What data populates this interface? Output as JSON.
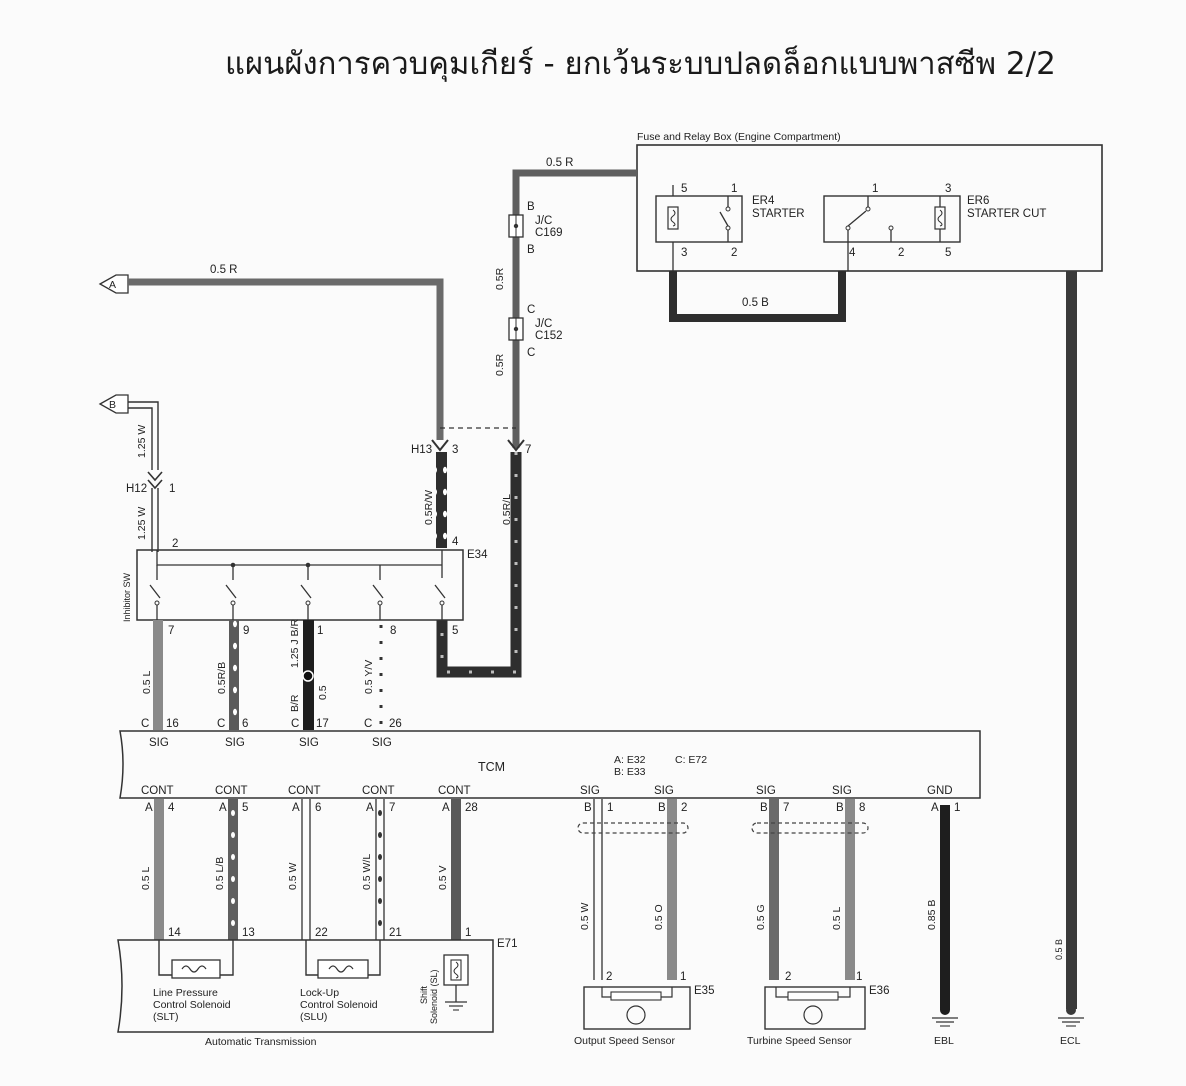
{
  "title": "แผนผังการควบคุมเกียร์ - ยกเว้นระบบปลดล็อกแบบพาสซีพ 2/2",
  "fuse_box": {
    "label": "Fuse and Relay Box (Engine Compartment)",
    "relay_starter": {
      "id": "ER4",
      "name": "STARTER",
      "pins": [
        "5",
        "1",
        "3",
        "2"
      ]
    },
    "relay_starter_cut": {
      "id": "ER6",
      "name": "STARTER CUT",
      "pins": [
        "1",
        "3",
        "4",
        "2",
        "5"
      ]
    },
    "wire_top": "0.5 R",
    "wire_bottom": "0.5 B"
  },
  "connectors": {
    "jc1_top": "B",
    "jc1_label": "J/C",
    "jc1_code": "C169",
    "jc1_bottom": "B",
    "jc2_top": "C",
    "jc2_label": "J/C",
    "jc2_code": "C152",
    "jc2_bottom": "C",
    "h13": "H13",
    "h13_pin3": "3",
    "h13_pin7": "7",
    "h12": "H12",
    "h12_pin": "1"
  },
  "refs": {
    "a": "A",
    "b": "B"
  },
  "wires": {
    "a_line": "0.5 R",
    "b_line": "1.25 W",
    "b_line2": "1.25 W",
    "jc_mid": "0.5R",
    "jc_low": "0.5R",
    "h13_3": "0.5R/W",
    "h13_7": "0.5R/L"
  },
  "inhibitor": {
    "label": "Inhibitor SW",
    "code": "E34",
    "pin_top_left": "2",
    "pin_top_right": "4",
    "pins": [
      "7",
      "9",
      "1",
      "8",
      "5"
    ],
    "wires": [
      "0.5 L",
      "0.5R/B",
      "1.25 J B/R",
      "0.5 Y/V"
    ],
    "wire_extra": "0.5",
    "wire_extra2": "B/R"
  },
  "tcm": {
    "label": "TCM",
    "conn_note_1": "A: E32",
    "conn_note_2": "C: E72",
    "conn_note_3": "B: E33",
    "top_pins": [
      {
        "conn": "C",
        "pin": "16",
        "sig": "SIG"
      },
      {
        "conn": "C",
        "pin": "6",
        "sig": "SIG"
      },
      {
        "conn": "C",
        "pin": "17",
        "sig": "SIG"
      },
      {
        "conn": "C",
        "pin": "26",
        "sig": "SIG"
      }
    ],
    "bottom_pins": [
      {
        "label": "CONT",
        "conn": "A",
        "pin": "4",
        "wire": "0.5 L",
        "end": "14"
      },
      {
        "label": "CONT",
        "conn": "A",
        "pin": "5",
        "wire": "0.5 L/B",
        "end": "13"
      },
      {
        "label": "CONT",
        "conn": "A",
        "pin": "6",
        "wire": "0.5 W",
        "end": "22"
      },
      {
        "label": "CONT",
        "conn": "A",
        "pin": "7",
        "wire": "0.5 W/L",
        "end": "21"
      },
      {
        "label": "CONT",
        "conn": "A",
        "pin": "28",
        "wire": "0.5 V",
        "end": "1"
      },
      {
        "label": "SIG",
        "conn": "B",
        "pin": "1",
        "wire": "0.5 W",
        "end": "2"
      },
      {
        "label": "SIG",
        "conn": "B",
        "pin": "2",
        "wire": "0.5 O",
        "end": "1"
      },
      {
        "label": "SIG",
        "conn": "B",
        "pin": "7",
        "wire": "0.5 G",
        "end": "2"
      },
      {
        "label": "SIG",
        "conn": "B",
        "pin": "8",
        "wire": "0.5 L",
        "end": "1"
      },
      {
        "label": "GND",
        "conn": "A",
        "pin": "1",
        "wire": "0.85 B",
        "end": ""
      }
    ]
  },
  "transmission": {
    "label": "Automatic Transmission",
    "code": "E71",
    "slt": "Line Pressure Control Solenoid (SLT)",
    "slt_1": "Line Pressure",
    "slt_2": "Control Solenoid",
    "slt_3": "(SLT)",
    "slu_1": "Lock-Up",
    "slu_2": "Control Solenoid",
    "slu_3": "(SLU)",
    "sl_1": "Shift",
    "sl_2": "Solenoid (SL)"
  },
  "sensors": {
    "output": {
      "label": "Output Speed Sensor",
      "code": "E35",
      "pin_left": "2",
      "pin_right": "1"
    },
    "turbine": {
      "label": "Turbine Speed Sensor",
      "code": "E36",
      "pin_left": "2",
      "pin_right": "1"
    }
  },
  "grounds": {
    "ebl": "EBL",
    "ecl": "ECL",
    "ecl_wire": "0.5 B"
  },
  "colors": {
    "wire_dark": "#2e2e2e",
    "wire_grey": "#8a8a8a",
    "wire_mid": "#5f5f5f",
    "line": "#333333"
  }
}
